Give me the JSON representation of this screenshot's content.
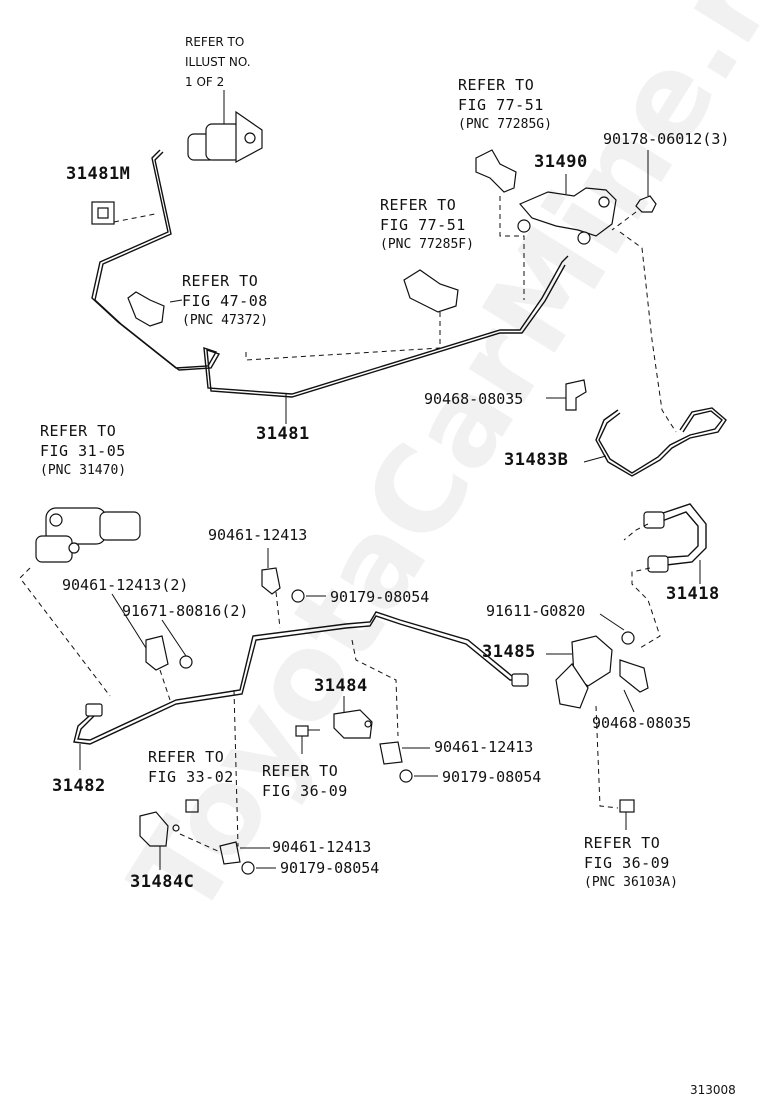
{
  "labels": {
    "refer_illust_1": "REFER TO",
    "refer_illust_2": "ILLUST NO.",
    "refer_illust_3": "1 OF 2",
    "part_31481M": "31481M",
    "refer_77_51g_1": "REFER TO",
    "refer_77_51g_2": "FIG 77-51",
    "refer_77_51g_3": "(PNC 77285G)",
    "part_31490": "31490",
    "part_90178": "90178-06012(3)",
    "refer_77_51f_1": "REFER TO",
    "refer_77_51f_2": "FIG 77-51",
    "refer_77_51f_3": "(PNC 77285F)",
    "refer_47_08_1": "REFER TO",
    "refer_47_08_2": "FIG 47-08",
    "refer_47_08_3": "(PNC 47372)",
    "part_90468_top": "90468-08035",
    "part_31481": "31481",
    "part_31483B": "31483B",
    "refer_31_05_1": "REFER TO",
    "refer_31_05_2": "FIG 31-05",
    "refer_31_05_3": "(PNC 31470)",
    "part_90461_a": "90461-12413",
    "part_90461_2": "90461-12413(2)",
    "part_90179_a": "90179-08054",
    "part_91671": "91671-80816(2)",
    "part_91611": "91611-G0820",
    "part_31418": "31418",
    "part_31485": "31485",
    "part_31484": "31484",
    "part_90468_bottom": "90468-08035",
    "part_31482": "31482",
    "refer_33_02_1": "REFER TO",
    "refer_33_02_2": "FIG 33-02",
    "refer_36_09a_1": "REFER TO",
    "refer_36_09a_2": "FIG 36-09",
    "part_90461_b": "90461-12413",
    "part_90179_b": "90179-08054",
    "part_90461_c": "90461-12413",
    "part_90179_c": "90179-08054",
    "part_31484C": "31484C",
    "refer_36_09b_1": "REFER TO",
    "refer_36_09b_2": "FIG 36-09",
    "refer_36_09b_3": "(PNC 36103A)",
    "figure_code": "313008"
  },
  "watermark": "ToyotaCarMine.ru"
}
